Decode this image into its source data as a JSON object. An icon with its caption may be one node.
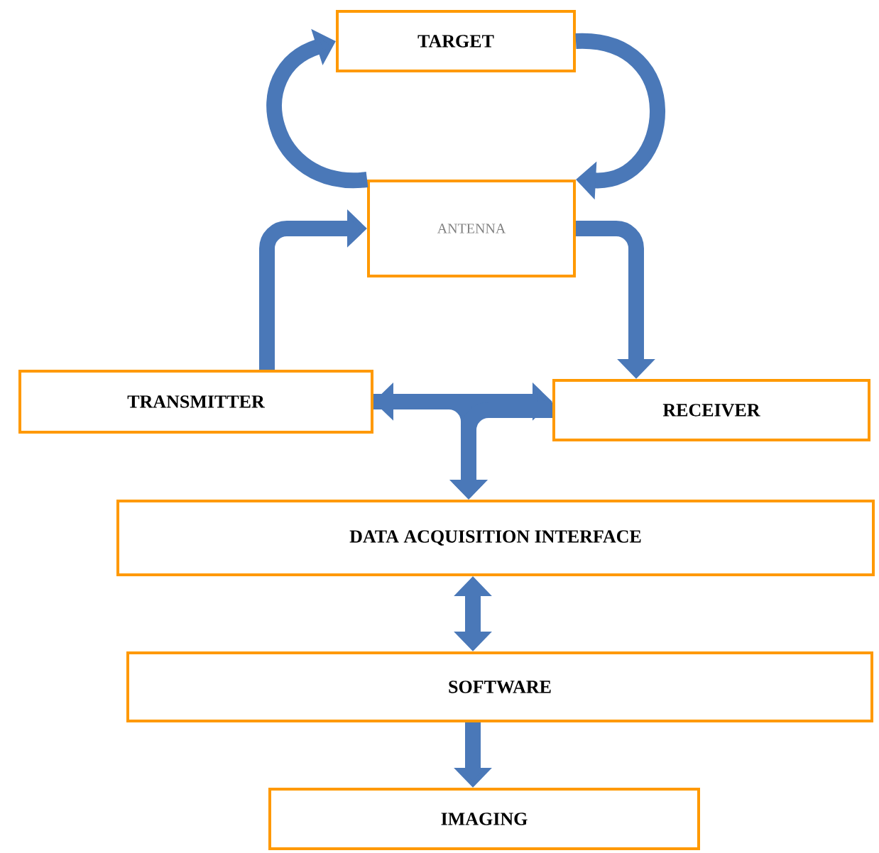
{
  "diagram": {
    "nodes": [
      {
        "text": [
          "TARGET"
        ]
      },
      {
        "text": [
          "ANTENNA"
        ]
      },
      {
        "text": [
          "TRANSMITTER"
        ]
      },
      {
        "text": [
          "RECEIVER"
        ]
      },
      {
        "text": [
          "DATA ACQUISITION INTERFACE"
        ]
      },
      {
        "text": [
          "SOFTWARE"
        ]
      },
      {
        "text": [
          "IMAGING"
        ]
      }
    ],
    "edges": [
      {
        "from": 1,
        "to": 0,
        "arrow": "to"
      },
      {
        "from": 0,
        "to": 1,
        "arrow": "to"
      },
      {
        "from": 2,
        "to": 1,
        "arrow": "to"
      },
      {
        "from": 1,
        "to": 3,
        "arrow": "to"
      },
      {
        "from": 2,
        "to": 3,
        "arrow": "both"
      },
      {
        "from": 2,
        "to": 4,
        "arrow": "to"
      },
      {
        "from": 3,
        "to": 4,
        "arrow": "to"
      },
      {
        "from": 4,
        "to": 5,
        "arrow": "both"
      },
      {
        "from": 5,
        "to": 6,
        "arrow": "to"
      }
    ]
  }
}
